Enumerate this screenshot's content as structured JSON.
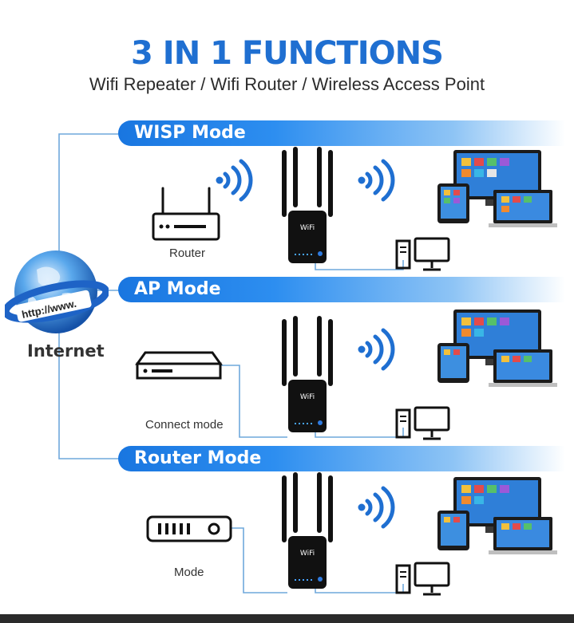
{
  "header": {
    "title": "3 IN 1 FUNCTIONS",
    "subtitle": "Wifi Repeater / Wifi Router / Wireless Access Point"
  },
  "globe": {
    "url_text": "http://www.",
    "label": "Internet"
  },
  "modes": [
    {
      "name": "WISP Mode",
      "device_label": "Router"
    },
    {
      "name": "AP Mode",
      "device_label": "Connect mode"
    },
    {
      "name": "Router Mode",
      "device_label": "Mode"
    }
  ],
  "repeater": {
    "brand": "WiFi"
  },
  "colors": {
    "accent": "#1f6fd1",
    "line": "#6fa8dc",
    "dark": "#111111"
  }
}
